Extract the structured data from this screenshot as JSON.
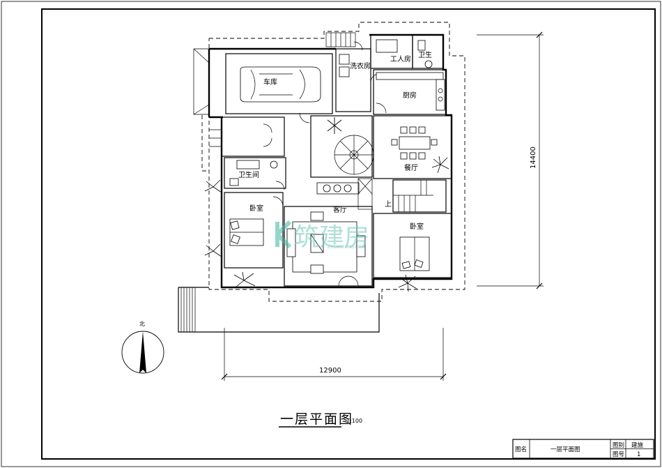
{
  "drawing": {
    "title": "一层平面图",
    "scale": "1:100"
  },
  "rooms": {
    "garage": "车库",
    "laundry": "洗衣房",
    "servant_room": "工人房",
    "bath_top": "卫生",
    "kitchen": "厨房",
    "dining": "餐厅",
    "bath_left": "卫生间",
    "bedroom_left": "卧室",
    "living": "客厅",
    "bedroom_right": "卧室",
    "stair_up": "上"
  },
  "dimensions": {
    "width": "12900",
    "depth": "14400"
  },
  "compass": {
    "label": "北"
  },
  "title_block": {
    "name_label": "图名",
    "name_value": "一层平面图",
    "set_label": "图别",
    "set_value": "建施",
    "no_label": "图号",
    "no_value": "1"
  },
  "watermark": {
    "text": "筑建房",
    "url": "ZHUANFANG.COM"
  }
}
